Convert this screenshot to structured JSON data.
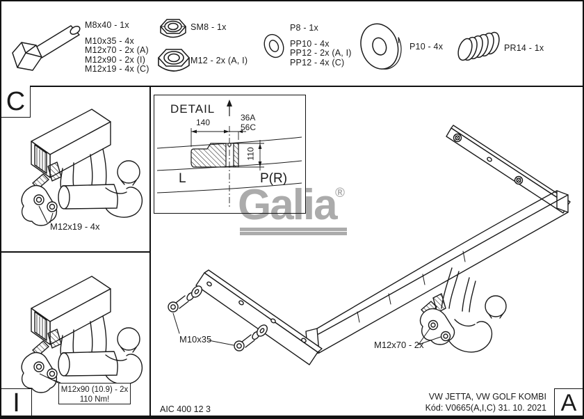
{
  "parts": {
    "bolt": {
      "primary": "M8x40 - 1x",
      "others": [
        "M10x35 - 4x",
        "M12x70 - 2x (A)",
        "M12x90 - 2x (I)",
        "M12x19 - 4x (C)"
      ]
    },
    "locknut": "SM8 - 1x",
    "nut": "M12 - 2x (A, I)",
    "washer_small": {
      "primary": "P8 - 1x",
      "others": [
        "PP10 - 4x",
        "PP12 - 2x (A, I)",
        "PP12 - 4x (C)"
      ]
    },
    "washer_large": "P10 - 4x",
    "spring": "PR14 - 1x"
  },
  "views": {
    "c": {
      "letter": "C",
      "callout": "M12x19 - 4x"
    },
    "i": {
      "letter": "I",
      "callout_line1": "M12x90 (10.9) - 2x",
      "callout_line2": "110 Nm!"
    },
    "main": {
      "callout_bolt": "M10x35",
      "callout_towball": "M12x70 - 2x"
    }
  },
  "detail": {
    "title": "DETAIL",
    "dim_length": "140",
    "code_top": "36A",
    "code_bottom": "56C",
    "dim_height": "110",
    "side_left": "L",
    "side_right": "P(R)"
  },
  "brand": {
    "name": "Galia",
    "registered": "®"
  },
  "footer": {
    "doc_number": "AIC 400 12 3",
    "vehicles": "VW JETTA, VW GOLF KOMBI",
    "code": "Kód: V0665(A,I,C)  31. 10. 2021",
    "revision": "A"
  },
  "colors": {
    "line": "#1a1a1a",
    "logo_gray": "#ababab"
  }
}
